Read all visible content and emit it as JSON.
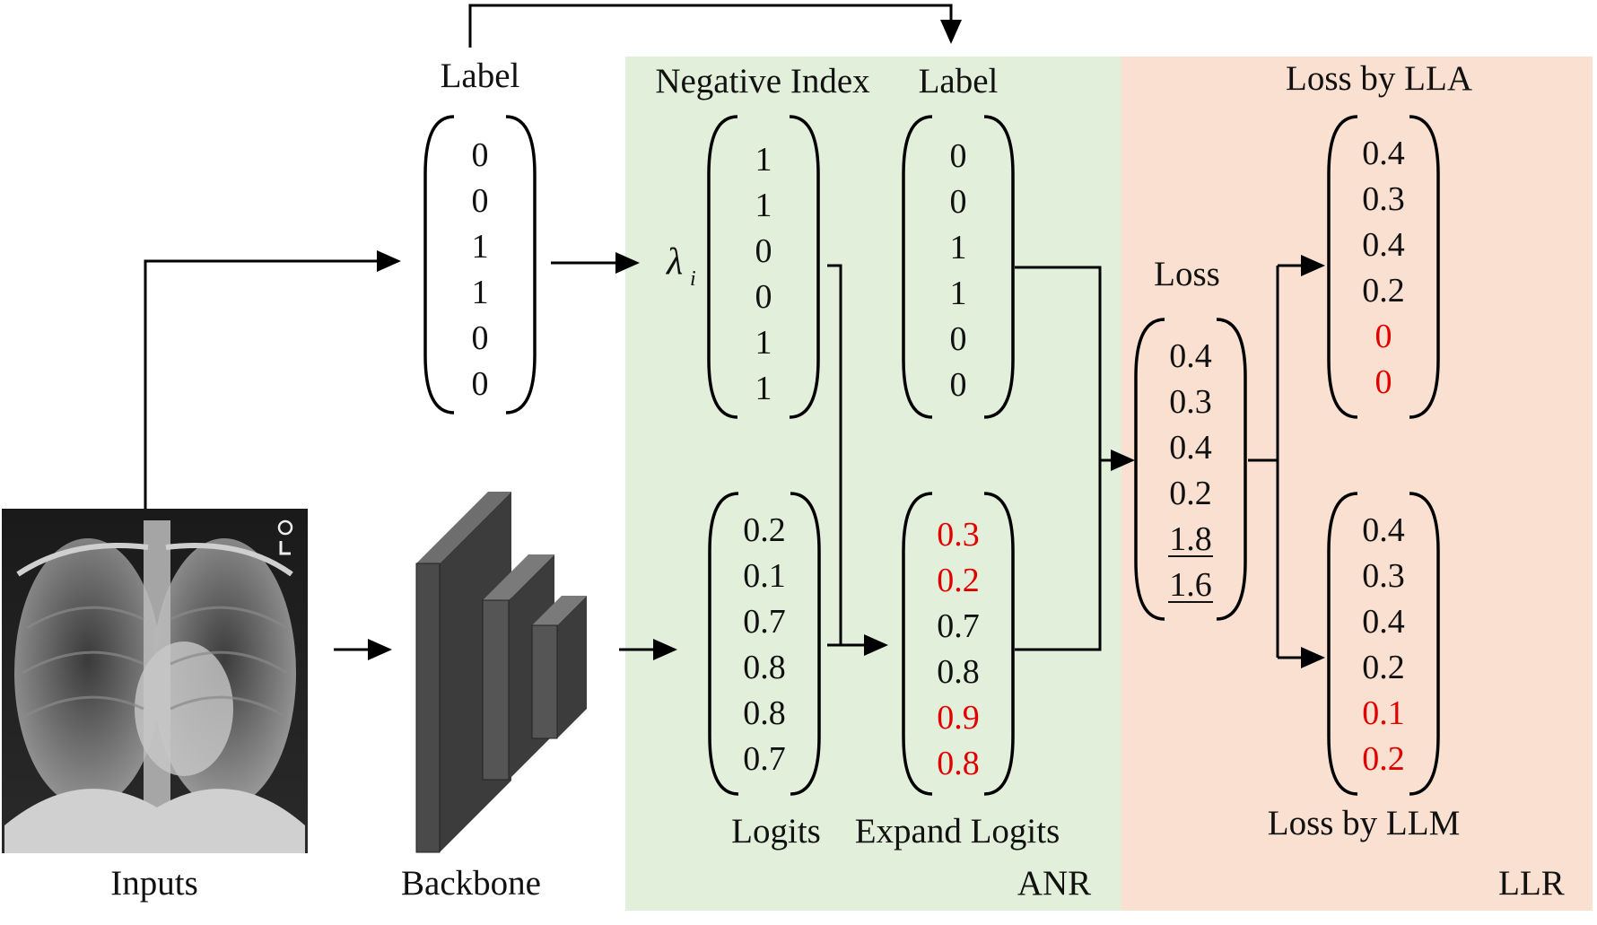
{
  "colors": {
    "anr_region": "#e2efda",
    "llr_region": "#f9e0d0",
    "highlight": "#e00000",
    "normal": "#111111"
  },
  "inputs_label": "Inputs",
  "backbone_label": "Backbone",
  "label_vector": {
    "title": "Label",
    "values": [
      "0",
      "0",
      "1",
      "1",
      "0",
      "0"
    ]
  },
  "lambda_symbol": "λ",
  "lambda_subscript": "i",
  "negative_index": {
    "title": "Negative Index",
    "values": [
      "1",
      "1",
      "0",
      "0",
      "1",
      "1"
    ]
  },
  "label_vector_2": {
    "title": "Label",
    "values": [
      "0",
      "0",
      "1",
      "1",
      "0",
      "0"
    ]
  },
  "logits": {
    "title": "Logits",
    "values": [
      "0.2",
      "0.1",
      "0.7",
      "0.8",
      "0.8",
      "0.7"
    ]
  },
  "expand_logits": {
    "title": "Expand Logits",
    "values": [
      "0.3",
      "0.2",
      "0.7",
      "0.8",
      "0.9",
      "0.8"
    ],
    "highlight": [
      true,
      true,
      false,
      false,
      true,
      true
    ]
  },
  "loss": {
    "title": "Loss",
    "values": [
      "0.4",
      "0.3",
      "0.4",
      "0.2",
      "1.8",
      "1.6"
    ],
    "underline": [
      false,
      false,
      false,
      false,
      true,
      true
    ]
  },
  "loss_lla": {
    "title": "Loss by LLA",
    "values": [
      "0.4",
      "0.3",
      "0.4",
      "0.2",
      "0",
      "0"
    ],
    "highlight": [
      false,
      false,
      false,
      false,
      true,
      true
    ]
  },
  "loss_llm": {
    "title": "Loss by LLM",
    "values": [
      "0.4",
      "0.3",
      "0.4",
      "0.2",
      "0.1",
      "0.2"
    ],
    "highlight": [
      false,
      false,
      false,
      false,
      true,
      true
    ]
  },
  "anr_label": "ANR",
  "llr_label": "LLR"
}
